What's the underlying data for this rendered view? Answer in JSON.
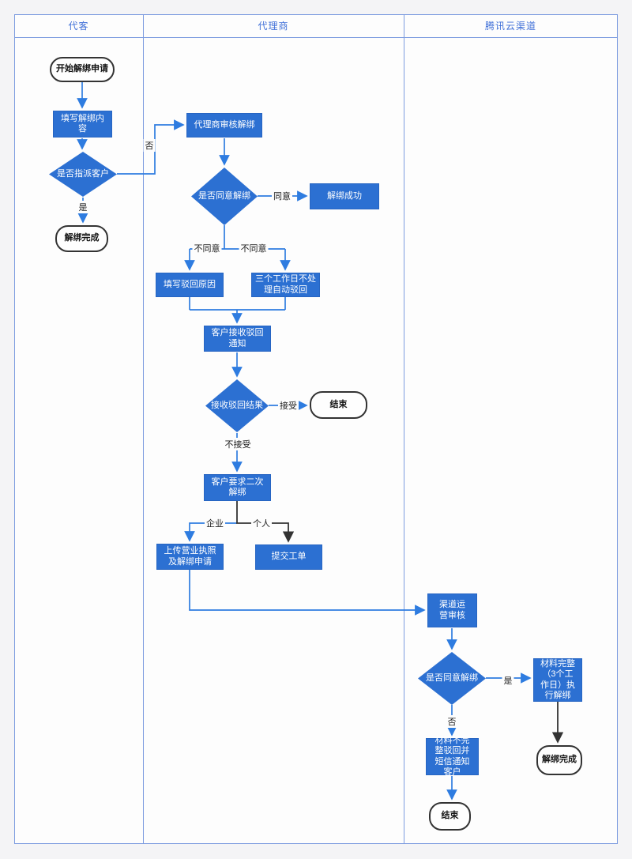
{
  "lanes": [
    {
      "title": "代客"
    },
    {
      "title": "代理商"
    },
    {
      "title": "腾讯云渠道"
    }
  ],
  "nodes": {
    "start": {
      "label": "开始解绑申请"
    },
    "fill_content": {
      "label": "填写解绑内容"
    },
    "assign_customer": {
      "label": "是否指派客户"
    },
    "unbind_done_1": {
      "label": "解绑完成"
    },
    "agent_review": {
      "label": "代理商审核解绑"
    },
    "agree_unbind_1": {
      "label": "是否同意解绑"
    },
    "unbind_success": {
      "label": "解绑成功"
    },
    "fill_reject_reason": {
      "label": "填写驳回原因"
    },
    "auto_reject": {
      "label": "三个工作日不处理自动驳回"
    },
    "receive_reject_notice": {
      "label": "客户接收驳回通知"
    },
    "receive_reject_result": {
      "label": "接收驳回结果"
    },
    "end_mid": {
      "label": "结束"
    },
    "second_unbind": {
      "label": "客户要求二次解绑"
    },
    "upload_license": {
      "label": "上传营业执照及解绑申请"
    },
    "submit_ticket": {
      "label": "提交工单"
    },
    "channel_review": {
      "label": "渠道运营审核"
    },
    "agree_unbind_2": {
      "label": "是否同意解绑"
    },
    "complete_materials": {
      "label": "材料完整（3个工作日）执行解绑"
    },
    "incomplete_materials": {
      "label": "材料不完整驳回并短信通知客户"
    },
    "unbind_done_2": {
      "label": "解绑完成"
    },
    "end_final": {
      "label": "结束"
    }
  },
  "edge_labels": {
    "no1": "否",
    "yes1": "是",
    "agree": "同意",
    "disagree_left": "不同意",
    "disagree_right": "不同意",
    "accept": "接受",
    "not_accept": "不接受",
    "enterprise": "企业",
    "personal": "个人",
    "yes2": "是",
    "no2": "否"
  },
  "colors": {
    "node_fill": "#2c70d2",
    "edge_blue": "#2e7ce0",
    "edge_dark": "#333333",
    "lane_border": "#7d9ce0",
    "lane_title_text": "#4070d8",
    "terminal_border": "#333333"
  }
}
